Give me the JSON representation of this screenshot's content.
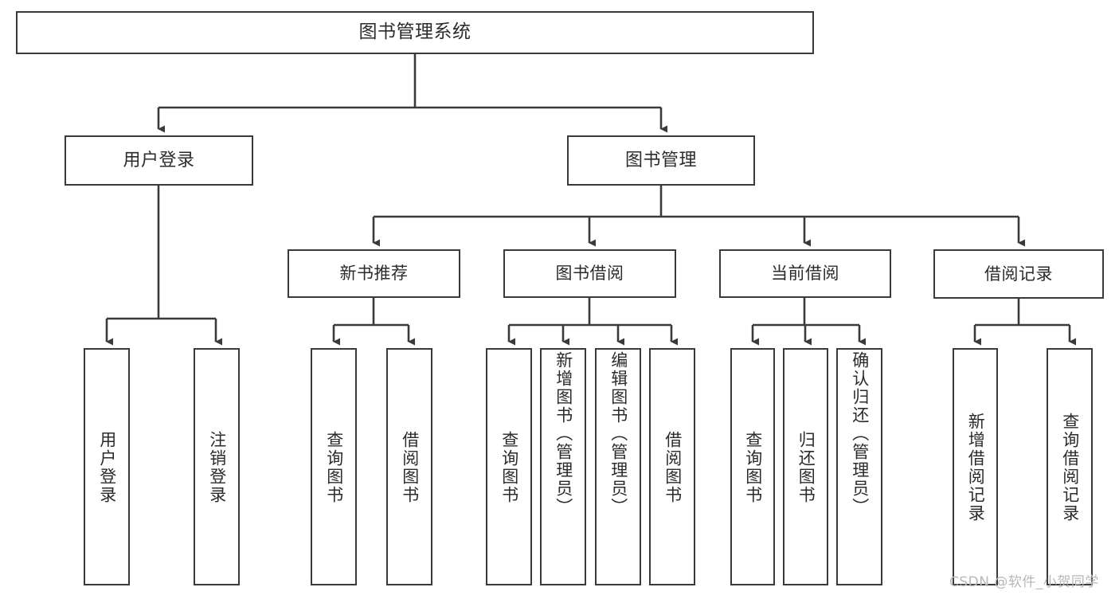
{
  "diagram": {
    "title": "图书管理系统",
    "type": "hierarchy-tree",
    "watermark": "CSDN @软件_小贺同学",
    "colors": {
      "border": "#3a3a3a",
      "text": "#2b2b2b",
      "background": "#ffffff",
      "connector": "#3a3a3a",
      "watermark": "#b8b8b8"
    },
    "root": {
      "label": "图书管理系统"
    },
    "level2": [
      {
        "label": "用户登录"
      },
      {
        "label": "图书管理"
      }
    ],
    "level3": [
      {
        "label": "新书推荐"
      },
      {
        "label": "图书借阅"
      },
      {
        "label": "当前借阅"
      },
      {
        "label": "借阅记录"
      }
    ],
    "leaves": {
      "user_login": [
        {
          "label": "用户登录"
        },
        {
          "label": "注销登录"
        }
      ],
      "new_book_recommend": [
        {
          "label": "查询图书"
        },
        {
          "label": "借阅图书"
        }
      ],
      "book_borrow": [
        {
          "label": "查询图书"
        },
        {
          "label": "新增图书（管理员）"
        },
        {
          "label": "编辑图书（管理员）"
        },
        {
          "label": "借阅图书"
        }
      ],
      "current_borrow": [
        {
          "label": "查询图书"
        },
        {
          "label": "归还图书"
        },
        {
          "label": "确认归还（管理员）"
        }
      ],
      "borrow_record": [
        {
          "label": "新增借阅记录"
        },
        {
          "label": "查询借阅记录"
        }
      ]
    }
  }
}
